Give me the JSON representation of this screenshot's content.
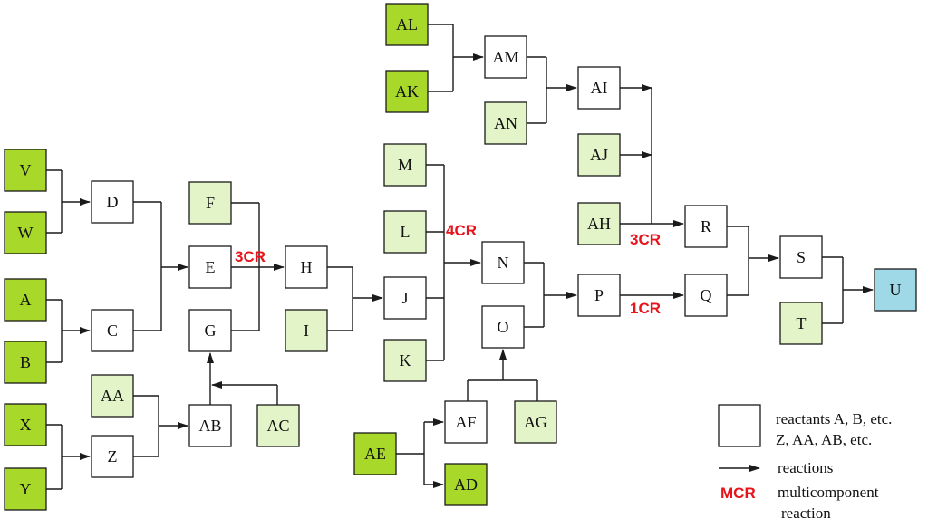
{
  "colors": {
    "reactant_dark": "#a8d82a",
    "reactant_light": "#e3f4c8",
    "intermediate": "#ffffff",
    "product": "#9fd8e6",
    "stroke": "#1a1a1a",
    "mcr_text": "#e8141c"
  },
  "nodes": [
    {
      "id": "V",
      "label": "V",
      "fill": "dark"
    },
    {
      "id": "W",
      "label": "W",
      "fill": "dark"
    },
    {
      "id": "A",
      "label": "A",
      "fill": "dark"
    },
    {
      "id": "B",
      "label": "B",
      "fill": "dark"
    },
    {
      "id": "X",
      "label": "X",
      "fill": "dark"
    },
    {
      "id": "Y",
      "label": "Y",
      "fill": "dark"
    },
    {
      "id": "D",
      "label": "D",
      "fill": "white"
    },
    {
      "id": "C",
      "label": "C",
      "fill": "white"
    },
    {
      "id": "Z",
      "label": "Z",
      "fill": "white"
    },
    {
      "id": "AA",
      "label": "AA",
      "fill": "light"
    },
    {
      "id": "AB",
      "label": "AB",
      "fill": "white"
    },
    {
      "id": "AC",
      "label": "AC",
      "fill": "light"
    },
    {
      "id": "F",
      "label": "F",
      "fill": "light"
    },
    {
      "id": "E",
      "label": "E",
      "fill": "white"
    },
    {
      "id": "G",
      "label": "G",
      "fill": "white"
    },
    {
      "id": "H",
      "label": "H",
      "fill": "white"
    },
    {
      "id": "I",
      "label": "I",
      "fill": "light"
    },
    {
      "id": "M",
      "label": "M",
      "fill": "light"
    },
    {
      "id": "L",
      "label": "L",
      "fill": "light"
    },
    {
      "id": "J",
      "label": "J",
      "fill": "white"
    },
    {
      "id": "K",
      "label": "K",
      "fill": "light"
    },
    {
      "id": "N",
      "label": "N",
      "fill": "white"
    },
    {
      "id": "O",
      "label": "O",
      "fill": "white"
    },
    {
      "id": "AE",
      "label": "AE",
      "fill": "dark"
    },
    {
      "id": "AF",
      "label": "AF",
      "fill": "white"
    },
    {
      "id": "AG",
      "label": "AG",
      "fill": "light"
    },
    {
      "id": "AD",
      "label": "AD",
      "fill": "dark"
    },
    {
      "id": "AL",
      "label": "AL",
      "fill": "dark"
    },
    {
      "id": "AK",
      "label": "AK",
      "fill": "dark"
    },
    {
      "id": "AM",
      "label": "AM",
      "fill": "white"
    },
    {
      "id": "AN",
      "label": "AN",
      "fill": "light"
    },
    {
      "id": "AI",
      "label": "AI",
      "fill": "white"
    },
    {
      "id": "AJ",
      "label": "AJ",
      "fill": "light"
    },
    {
      "id": "AH",
      "label": "AH",
      "fill": "light"
    },
    {
      "id": "P",
      "label": "P",
      "fill": "white"
    },
    {
      "id": "R",
      "label": "R",
      "fill": "white"
    },
    {
      "id": "Q",
      "label": "Q",
      "fill": "white"
    },
    {
      "id": "S",
      "label": "S",
      "fill": "white"
    },
    {
      "id": "T",
      "label": "T",
      "fill": "light"
    },
    {
      "id": "U",
      "label": "U",
      "fill": "product"
    }
  ],
  "mcr_labels": [
    {
      "id": "mcr-3cr-e",
      "text": "3CR"
    },
    {
      "id": "mcr-4cr",
      "text": "4CR"
    },
    {
      "id": "mcr-3cr-ah",
      "text": "3CR"
    },
    {
      "id": "mcr-1cr",
      "text": "1CR"
    }
  ],
  "legend": {
    "reactants_line1": "reactants A, B, etc.",
    "reactants_line2": "Z, AA, AB, etc.",
    "reactions": "reactions",
    "mcr_abbrev": "MCR",
    "mcr_line1": "multicomponent",
    "mcr_line2": "reaction"
  }
}
